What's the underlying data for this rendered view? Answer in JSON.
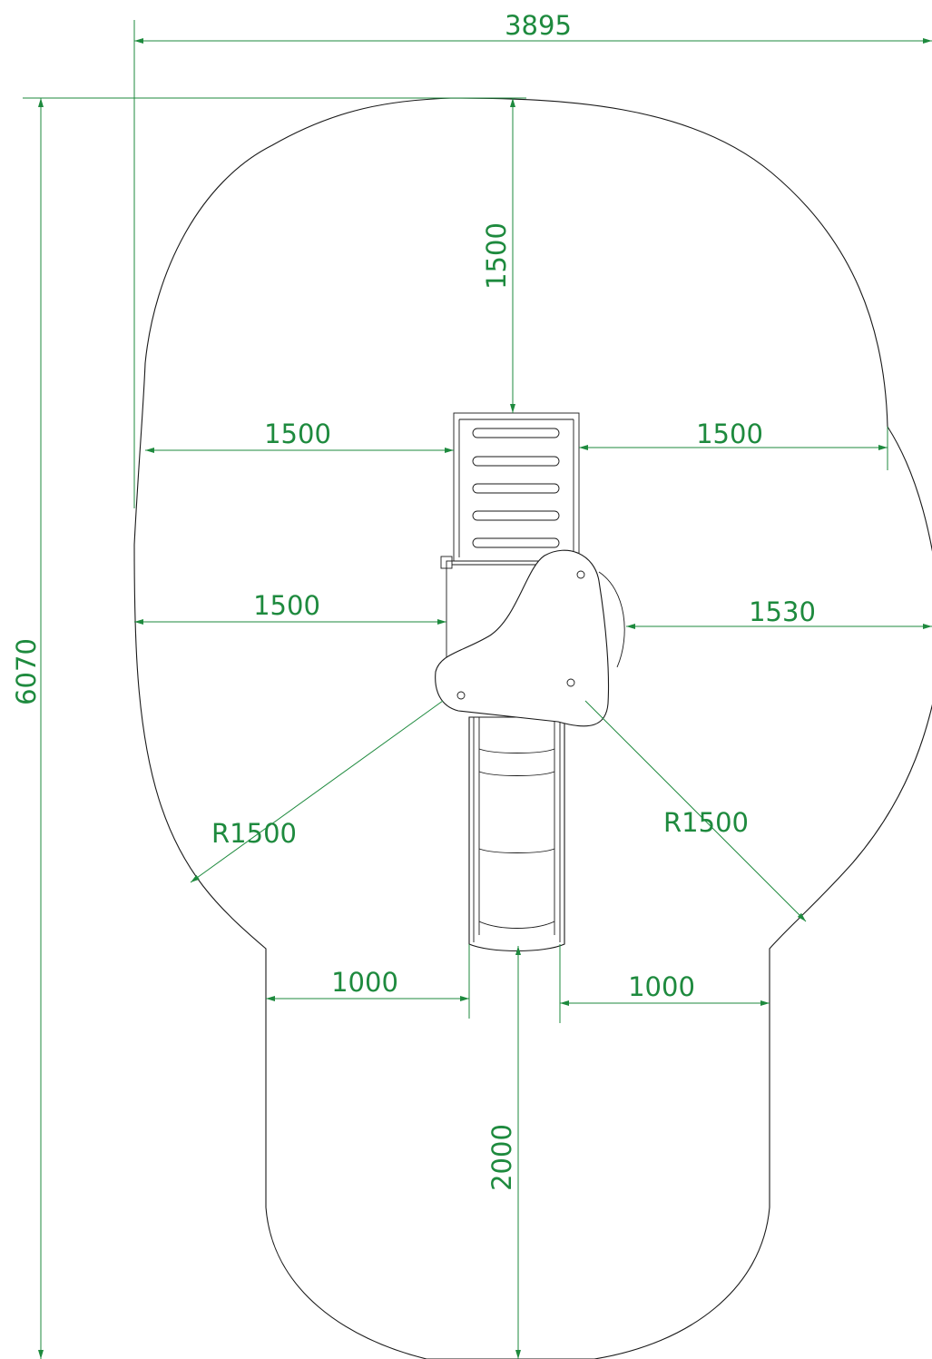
{
  "drawing": {
    "type": "plan-view safety-zone drawing",
    "dimensions": {
      "overall_width": "3895",
      "overall_length": "6070",
      "top_clearance": "1500",
      "left_clearance_upper": "1500",
      "right_clearance_upper": "1500",
      "left_clearance_middle": "1500",
      "right_clearance_middle": "1530",
      "radius_left": "R1500",
      "radius_right": "R1500",
      "left_clearance_slide": "1000",
      "right_clearance_slide": "1000",
      "slide_exit_clearance": "2000"
    },
    "colors": {
      "dimension": "#1e8a3e",
      "outline": "#1a1a1a",
      "background": "#ffffff"
    }
  }
}
